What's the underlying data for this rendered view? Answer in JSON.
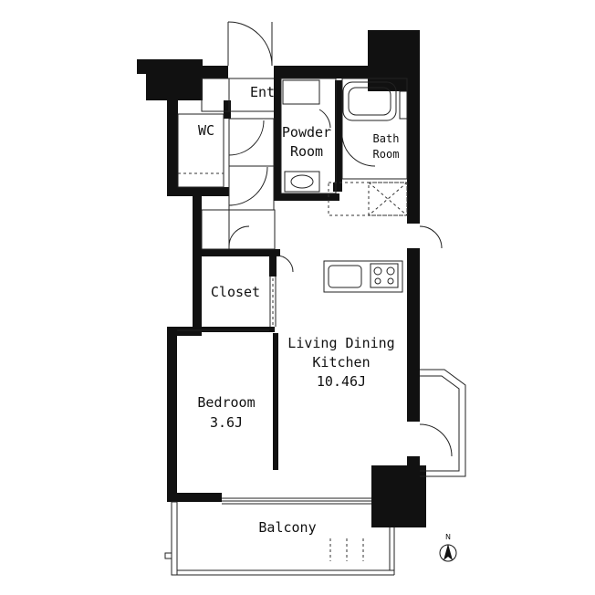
{
  "plan": {
    "rooms": {
      "entrance": "Ent",
      "wc": "WC",
      "powder_room_line1": "Powder",
      "powder_room_line2": "Room",
      "bath_line1": "Bath",
      "bath_line2": "Room",
      "closet": "Closet",
      "ldk_line1": "Living Dining",
      "ldk_line2": "Kitchen",
      "ldk_size": "10.46J",
      "bedroom_line1": "Bedroom",
      "bedroom_line2": "3.6J",
      "balcony": "Balcony"
    },
    "compass_label": "N"
  }
}
